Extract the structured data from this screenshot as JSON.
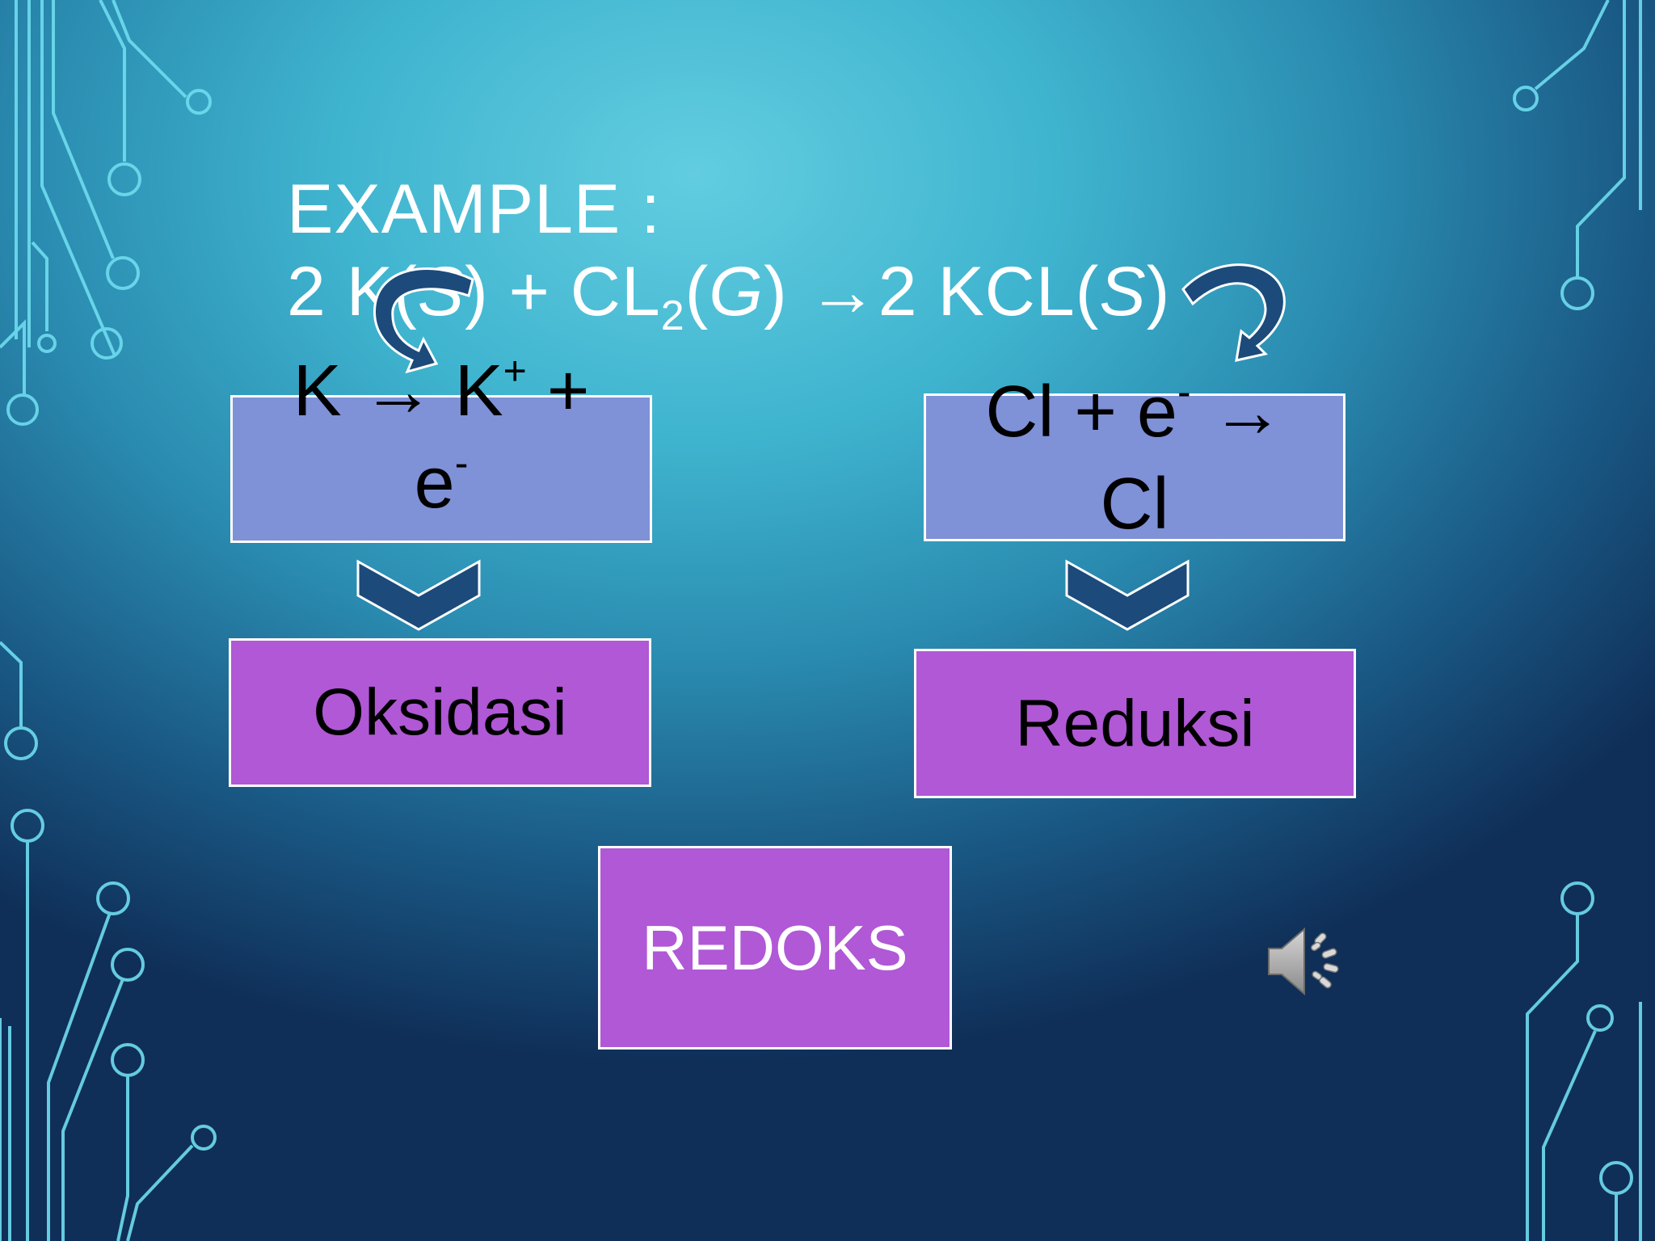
{
  "slide": {
    "title_line1": "EXAMPLE :",
    "equation": {
      "part1": "2 K(",
      "part1_italic": "S",
      "part2": ") + CL",
      "sub": "2",
      "part3_open": "(",
      "part3_italic": "G",
      "part3_close": ") ",
      "arrow": "→",
      "part4": "2 KCL(",
      "part4_italic": "S",
      "part5": ")"
    },
    "oxidation_eq": {
      "line1_a": "K ",
      "arrow": "→",
      "line1_b": " K",
      "sup_plus": "+",
      "line1_c": " +",
      "line2": "e",
      "sup_minus": "-"
    },
    "reduction_eq": {
      "line1_a": "Cl + e",
      "sup_minus": "-",
      "arrow": " →",
      "line2": "Cl"
    },
    "label_oxidation": "Oksidasi",
    "label_reduction": "Reduksi",
    "label_redox": "REDOKS"
  },
  "icons": {
    "speaker": "speaker-icon",
    "curved_arrow": "curved-arrow-icon",
    "chevron": "chevron-down-icon"
  },
  "colors": {
    "equation_box": "#7f91d7",
    "label_box": "#b058d6",
    "arrow_fill": "#1c4a7a"
  }
}
